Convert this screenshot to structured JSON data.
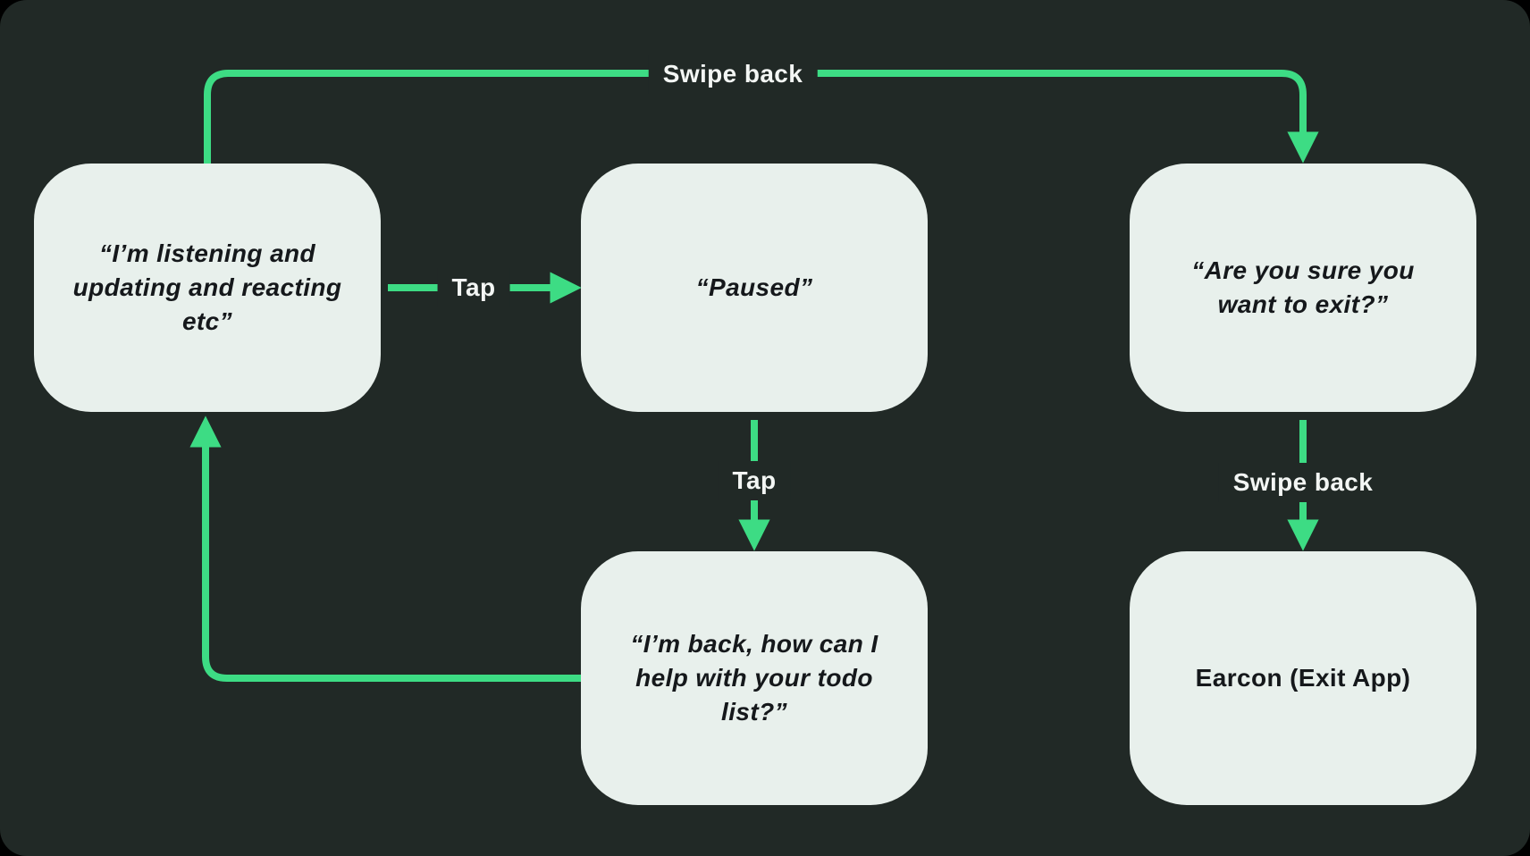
{
  "canvas": {
    "bg": "#212926",
    "accent": "#3ddc84",
    "node_bg": "#e8f0ec",
    "node_text_color": "#15181b",
    "label_text_color": "#f3f6f4"
  },
  "nodes": [
    {
      "id": "listening",
      "label": "“I’m listening and updating and reacting etc”"
    },
    {
      "id": "paused",
      "label": "“Paused”"
    },
    {
      "id": "confirm-exit",
      "label": "“Are you sure you want to exit?”"
    },
    {
      "id": "back-todo",
      "label": "“I’m back, how can I help with your todo list?”"
    },
    {
      "id": "earcon-exit",
      "label": "Earcon (Exit App)"
    }
  ],
  "edges": [
    {
      "from": "listening",
      "to": "confirm-exit",
      "label": "Swipe back"
    },
    {
      "from": "listening",
      "to": "paused",
      "label": "Tap"
    },
    {
      "from": "paused",
      "to": "back-todo",
      "label": "Tap"
    },
    {
      "from": "confirm-exit",
      "to": "earcon-exit",
      "label": "Swipe back"
    },
    {
      "from": "back-todo",
      "to": "listening",
      "label": ""
    }
  ]
}
